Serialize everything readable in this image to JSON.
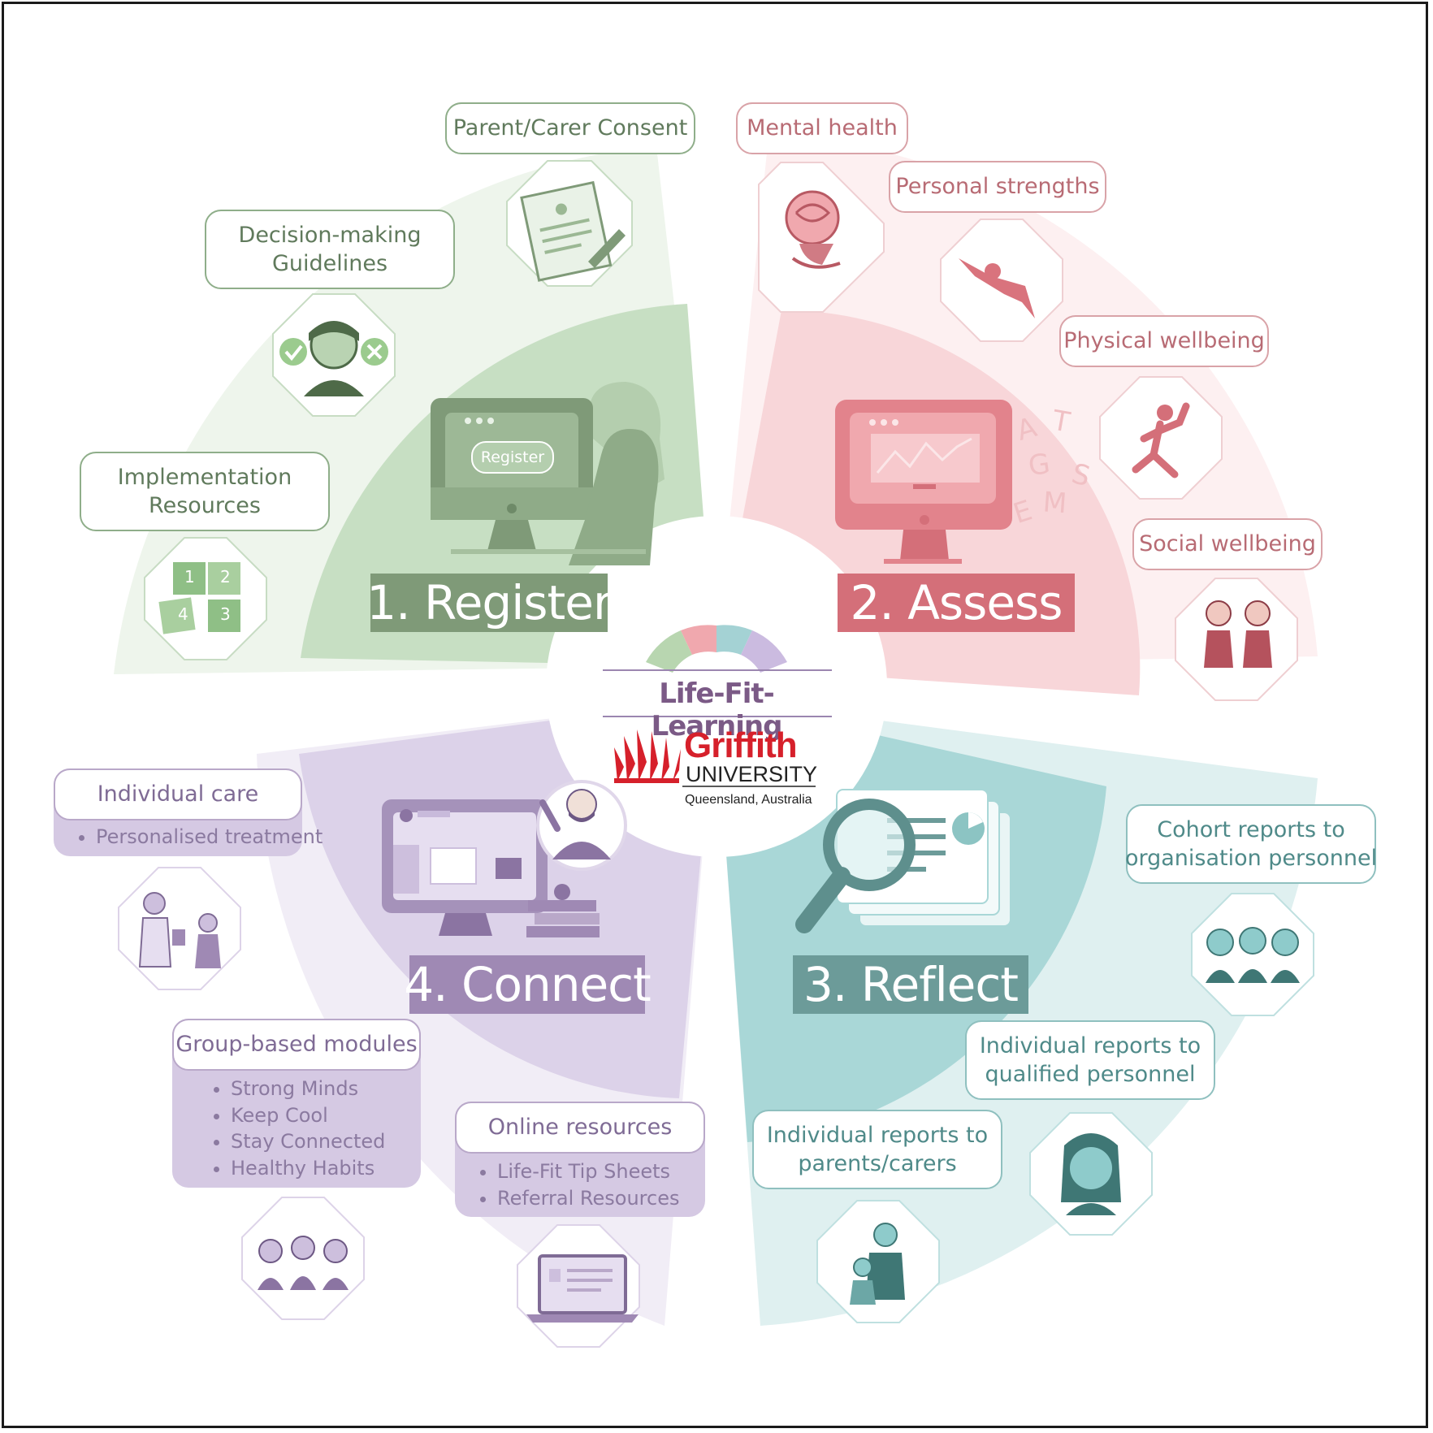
{
  "center": {
    "title": "Life-Fit-Learning",
    "university_name": "Griffith",
    "university_word": "UNIVERSITY",
    "university_location": "Queensland, Australia"
  },
  "stages": {
    "register": "1. Register",
    "assess": "2. Assess",
    "reflect": "3. Reflect",
    "connect": "4. Connect"
  },
  "register": {
    "parent_consent": "Parent/Carer Consent",
    "decision_line1": "Decision-making",
    "decision_line2": "Guidelines",
    "impl_line1": "Implementation",
    "impl_line2": "Resources",
    "monitor_button": "Register",
    "puzzle_numbers": [
      "1",
      "2",
      "4",
      "3"
    ]
  },
  "assess": {
    "mental_health": "Mental health",
    "personal_strengths": "Personal strengths",
    "physical_wellbeing": "Physical wellbeing",
    "social_wellbeing": "Social wellbeing",
    "letters": [
      "A",
      "T",
      "G",
      "S",
      "E",
      "M"
    ]
  },
  "reflect": {
    "cohort_line1": "Cohort reports to",
    "cohort_line2": "organisation personnel",
    "qualified_line1": "Individual reports to",
    "qualified_line2": "qualified personnel",
    "parents_line1": "Individual reports to",
    "parents_line2": "parents/carers"
  },
  "connect": {
    "individual_care": "Individual care",
    "individual_items": [
      "Personalised treatment"
    ],
    "group_modules": "Group-based modules",
    "group_items": [
      "Strong Minds",
      "Keep Cool",
      "Stay Connected",
      "Healthy Habits"
    ],
    "online_resources": "Online resources",
    "online_items": [
      "Life-Fit Tip Sheets",
      "Referral Resources"
    ]
  },
  "colors": {
    "register_dark": "#7f9a78",
    "assess_dark": "#d46f79",
    "reflect_dark": "#6c9b99",
    "connect_dark": "#9f89b4",
    "griffith_red": "#d6202b"
  }
}
